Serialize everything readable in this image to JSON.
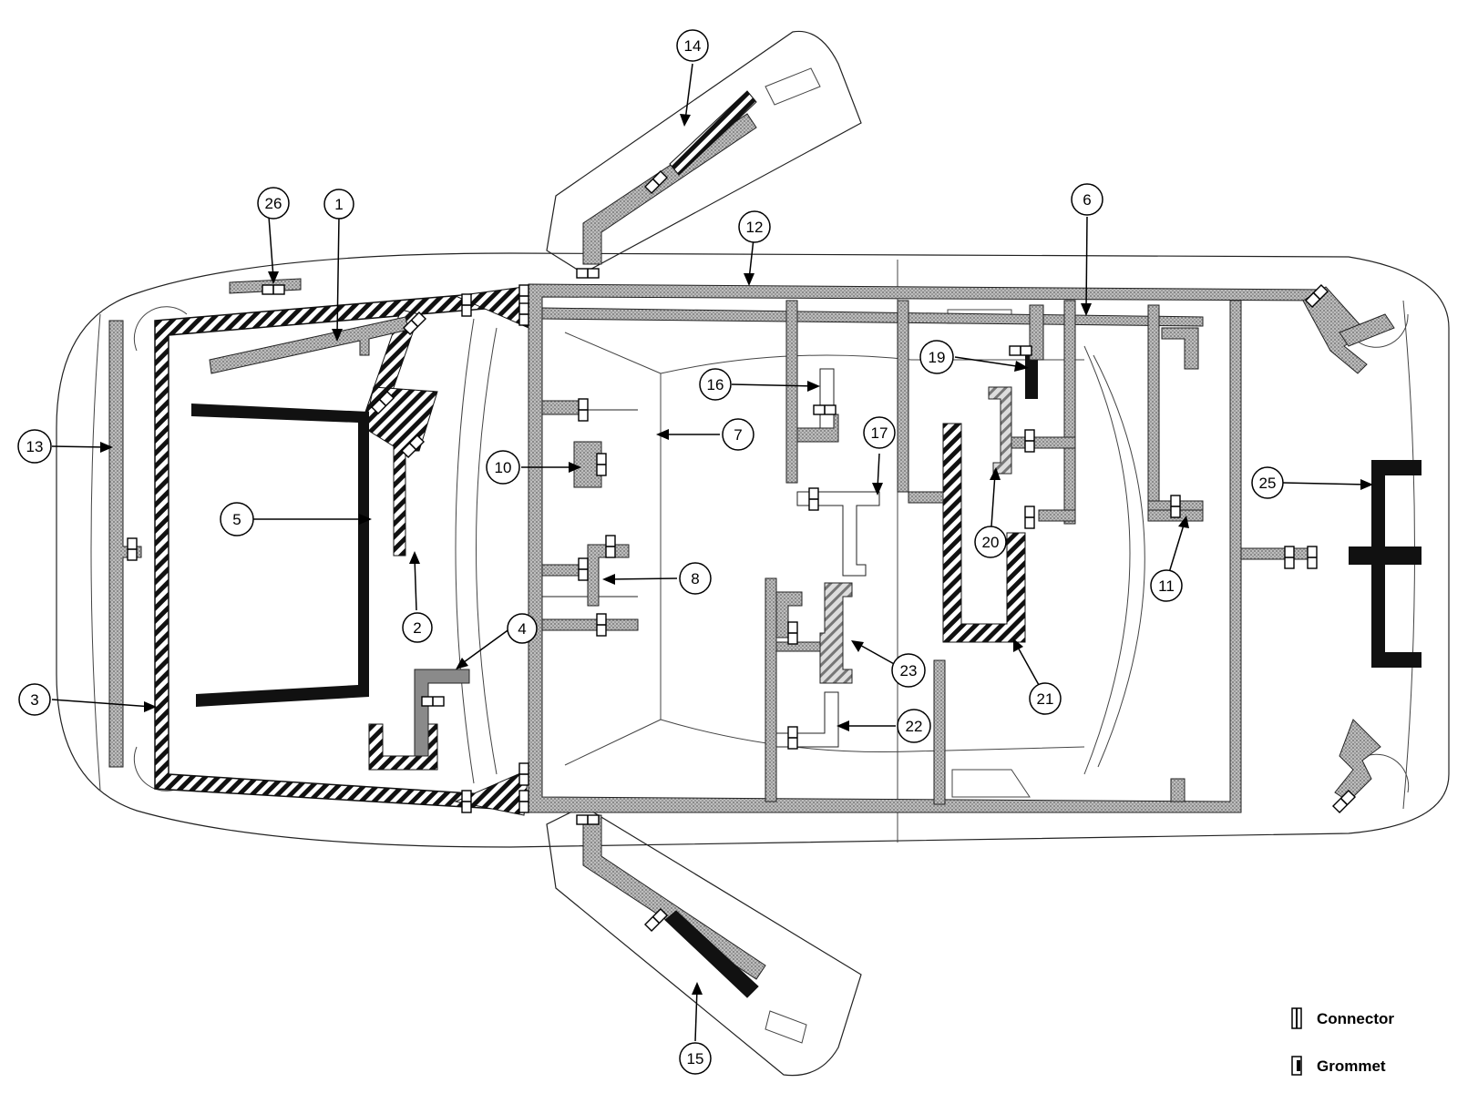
{
  "diagram": {
    "callouts": [
      {
        "id": "1",
        "label": "1"
      },
      {
        "id": "2",
        "label": "2"
      },
      {
        "id": "3",
        "label": "3"
      },
      {
        "id": "4",
        "label": "4"
      },
      {
        "id": "5",
        "label": "5"
      },
      {
        "id": "6",
        "label": "6"
      },
      {
        "id": "7",
        "label": "7"
      },
      {
        "id": "8",
        "label": "8"
      },
      {
        "id": "10",
        "label": "10"
      },
      {
        "id": "11",
        "label": "11"
      },
      {
        "id": "12",
        "label": "12"
      },
      {
        "id": "13",
        "label": "13"
      },
      {
        "id": "14",
        "label": "14"
      },
      {
        "id": "15",
        "label": "15"
      },
      {
        "id": "16",
        "label": "16"
      },
      {
        "id": "17",
        "label": "17"
      },
      {
        "id": "19",
        "label": "19"
      },
      {
        "id": "20",
        "label": "20"
      },
      {
        "id": "21",
        "label": "21"
      },
      {
        "id": "22",
        "label": "22"
      },
      {
        "id": "23",
        "label": "23"
      },
      {
        "id": "25",
        "label": "25"
      },
      {
        "id": "26",
        "label": "26"
      }
    ],
    "legend": {
      "connector": "Connector",
      "grommet": "Grommet"
    }
  }
}
